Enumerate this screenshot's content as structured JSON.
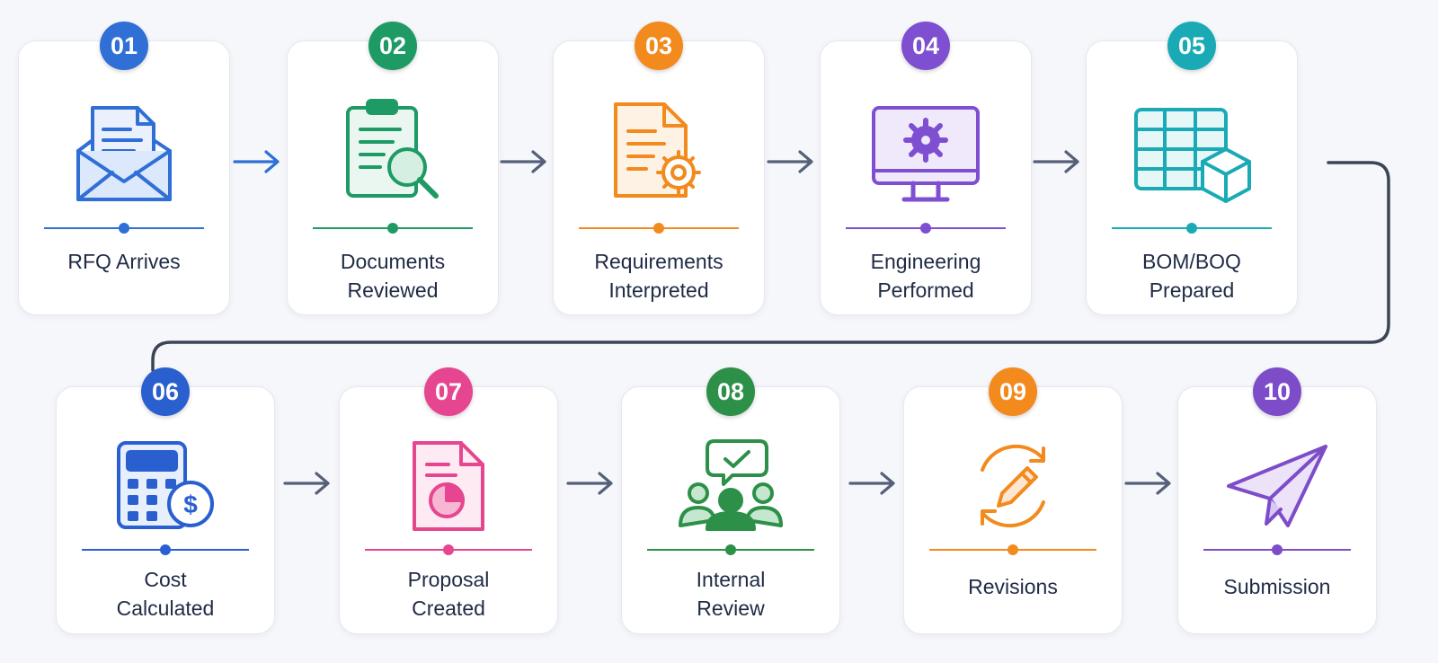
{
  "steps": [
    {
      "num": "01",
      "label": "RFQ Arrives",
      "color": "#2f6fd6",
      "icon": "envelope-document-icon"
    },
    {
      "num": "02",
      "label": "Documents\nReviewed",
      "color": "#1e9a64",
      "icon": "clipboard-search-icon"
    },
    {
      "num": "03",
      "label": "Requirements\nInterpreted",
      "color": "#f28a1e",
      "icon": "document-gear-icon"
    },
    {
      "num": "04",
      "label": "Engineering\nPerformed",
      "color": "#7e4fd0",
      "icon": "monitor-gear-icon"
    },
    {
      "num": "05",
      "label": "BOM/BOQ\nPrepared",
      "color": "#1aaab5",
      "icon": "table-cube-icon"
    },
    {
      "num": "06",
      "label": "Cost\nCalculated",
      "color": "#2a5fcf",
      "icon": "calculator-dollar-icon"
    },
    {
      "num": "07",
      "label": "Proposal\nCreated",
      "color": "#e6458f",
      "icon": "document-piechart-icon"
    },
    {
      "num": "08",
      "label": "Internal\nReview",
      "color": "#2c9048",
      "icon": "team-checkmark-icon"
    },
    {
      "num": "09",
      "label": "Revisions",
      "color": "#f28a1e",
      "icon": "pencil-cycle-icon"
    },
    {
      "num": "10",
      "label": "Submission",
      "color": "#7d4cc9",
      "icon": "paper-plane-icon"
    }
  ],
  "colors": {
    "arrow": "#556079",
    "connector": "#3c4456",
    "label": "#1f2a44"
  }
}
